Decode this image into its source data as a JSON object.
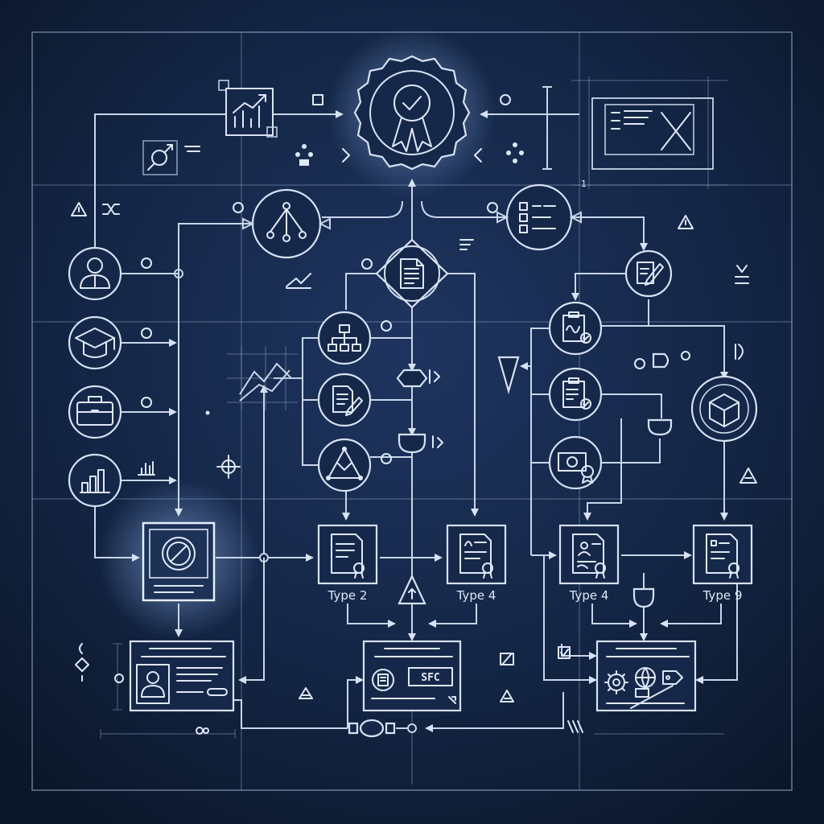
{
  "colors": {
    "background": "#0f1c33",
    "line": "#c9d6ea",
    "glow": "#9fc3ff"
  },
  "nodes": {
    "top_badge": {
      "icon": "certificate-seal-icon"
    },
    "hierarchy": {
      "icon": "tree-hierarchy-icon"
    },
    "checklist": {
      "icon": "checklist-icon"
    },
    "document": {
      "icon": "document-icon"
    },
    "org_chart": {
      "icon": "org-chart-icon"
    },
    "doc_edit": {
      "icon": "document-pen-icon"
    },
    "triangle_cycle": {
      "icon": "triangle-cycle-icon"
    },
    "edit_pen": {
      "icon": "edit-pen-icon"
    },
    "clipboard_sign": {
      "icon": "clipboard-signature-icon"
    },
    "clipboard_check": {
      "icon": "clipboard-check-icon"
    },
    "money_seal": {
      "icon": "banknote-seal-icon"
    },
    "cube": {
      "icon": "3d-cube-icon"
    },
    "user": {
      "icon": "user-icon"
    },
    "graduation": {
      "icon": "graduation-cap-icon"
    },
    "briefcase": {
      "icon": "briefcase-icon"
    },
    "bar_chart": {
      "icon": "bar-chart-icon"
    }
  },
  "documents": [
    {
      "label": "Type 2"
    },
    {
      "label": "Type 4"
    },
    {
      "label": "Type 4"
    },
    {
      "label": "Type 9"
    }
  ],
  "bottom_panels": {
    "center_code": "SFC"
  }
}
